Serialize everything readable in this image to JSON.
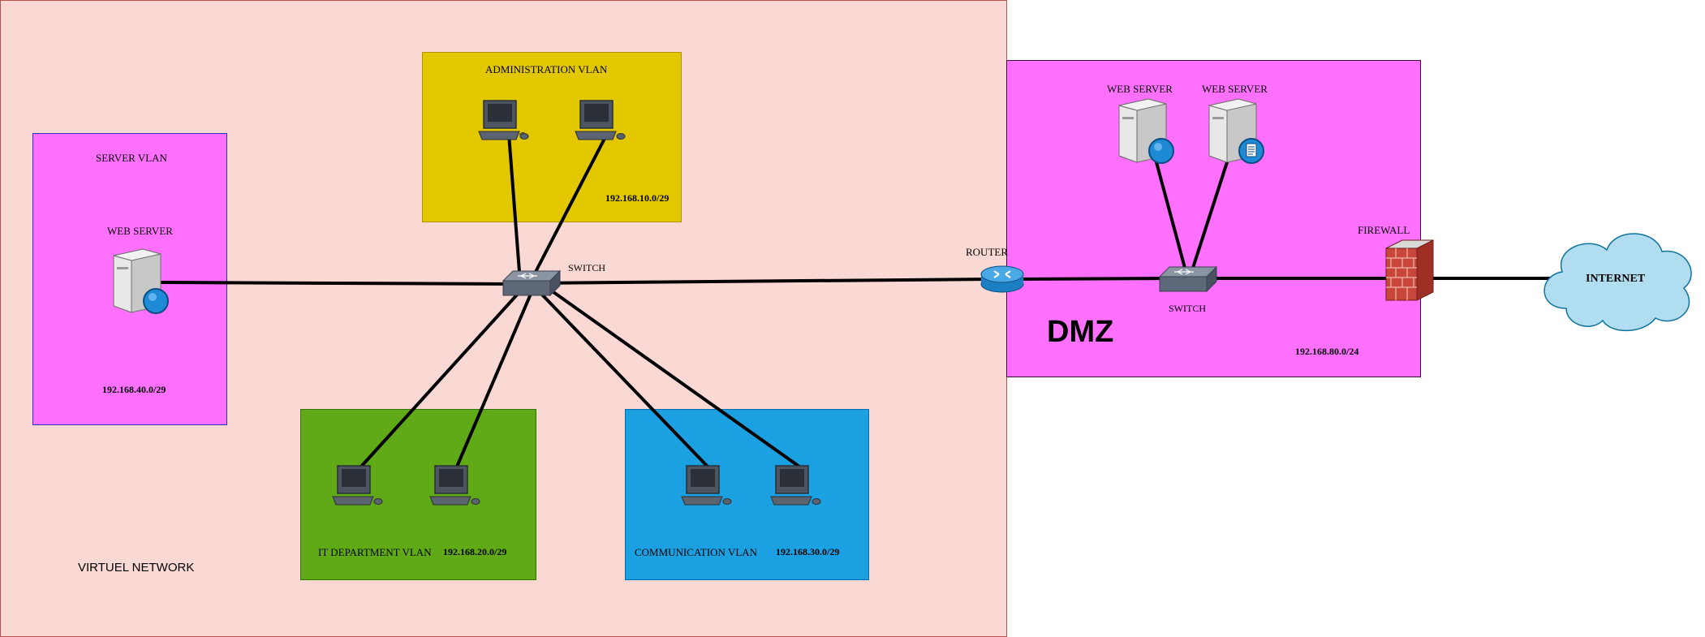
{
  "zones": {
    "virtual_network": {
      "label": "VIRTUEL NETWORK",
      "color": "#fad9d5"
    },
    "administration": {
      "label": "ADMINISTRATION VLAN",
      "subnet": "192.168.10.0/29",
      "color": "#e3c800"
    },
    "server": {
      "label": "SERVER VLAN",
      "server_label": "WEB SERVER",
      "subnet": "192.168.40.0/29",
      "color": "#ff70ff"
    },
    "it_department": {
      "label": "IT DEPARTMENT VLAN",
      "subnet": "192.168.20.0/29",
      "color": "#60a917"
    },
    "communication": {
      "label": "COMMUNICATION VLAN",
      "subnet": "192.168.30.0/29",
      "color": "#1ba1e2"
    },
    "dmz": {
      "label": "DMZ",
      "subnet": "192.168.80.0/24",
      "color": "#ff70ff"
    }
  },
  "devices": {
    "core_switch": "SWITCH",
    "router": "ROUTER",
    "dmz_switch": "SWITCH",
    "firewall": "FIREWALL",
    "dmz_web_server_1": "WEB SERVER",
    "dmz_web_server_2": "WEB SERVER",
    "internet": "INTERNET"
  }
}
